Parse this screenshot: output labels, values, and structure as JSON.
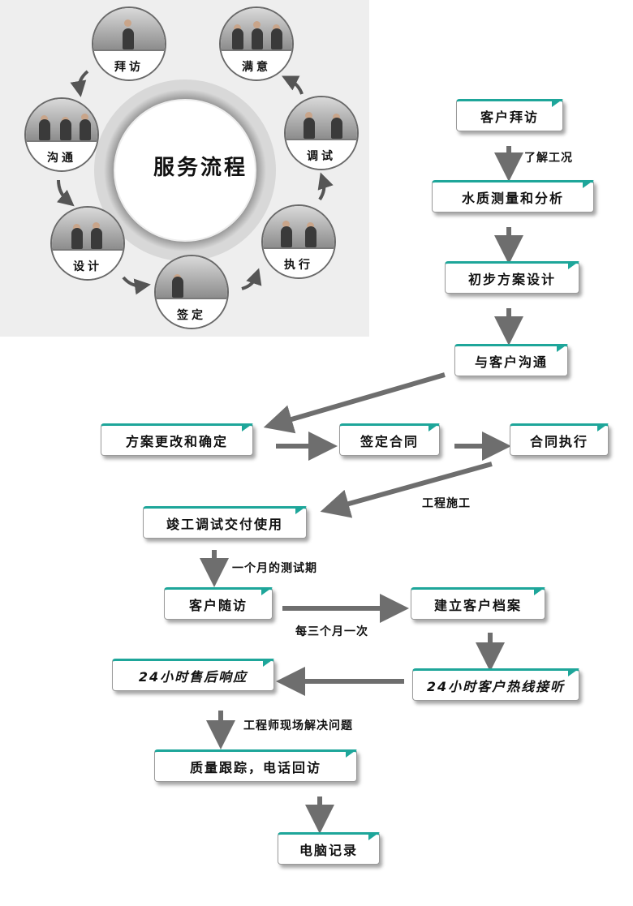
{
  "cycle": {
    "center": "服务流程",
    "nodes": [
      {
        "id": "visit",
        "label": "拜访"
      },
      {
        "id": "communicate",
        "label": "沟通"
      },
      {
        "id": "design",
        "label": "设计"
      },
      {
        "id": "sign",
        "label": "签定"
      },
      {
        "id": "execute",
        "label": "执行"
      },
      {
        "id": "debug",
        "label": "调试"
      },
      {
        "id": "satisfied",
        "label": "满意"
      }
    ]
  },
  "flow": {
    "boxes": [
      {
        "id": "b1",
        "label": "客户拜访"
      },
      {
        "id": "b2",
        "label": "水质测量和分析"
      },
      {
        "id": "b3",
        "label": "初步方案设计"
      },
      {
        "id": "b4",
        "label": "与客户沟通"
      },
      {
        "id": "b5",
        "label": "方案更改和确定"
      },
      {
        "id": "b6",
        "label": "签定合同"
      },
      {
        "id": "b7",
        "label": "合同执行"
      },
      {
        "id": "b8",
        "label": "竣工调试交付使用"
      },
      {
        "id": "b9",
        "label": "客户随访"
      },
      {
        "id": "b10",
        "label": "建立客户档案"
      },
      {
        "id": "b11",
        "label": "24小时售后响应"
      },
      {
        "id": "b12",
        "label": "24小时客户热线接听"
      },
      {
        "id": "b13",
        "label": "质量跟踪，电话回访"
      },
      {
        "id": "b14",
        "label": "电脑记录"
      }
    ],
    "arrow_labels": {
      "understand": "了解工况",
      "construction": "工程施工",
      "test_period": "一个月的测试期",
      "quarterly": "每三个月一次",
      "engineer": "工程师现场解决问题"
    }
  },
  "colors": {
    "box_accent": "#1ea69a",
    "arrow": "#6e6e6e",
    "ring": "#9a9a9a",
    "panel_bg": "#eeeeee"
  }
}
